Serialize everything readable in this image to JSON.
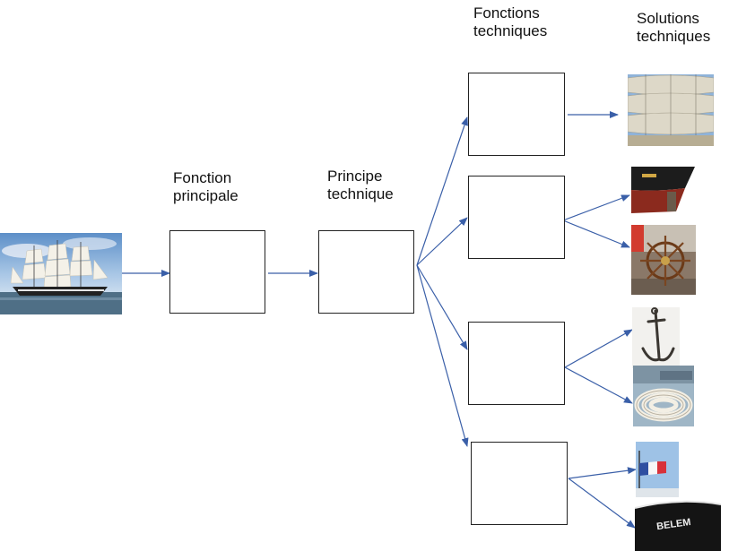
{
  "labels": {
    "fonction_principale": [
      "Fonction",
      "principale"
    ],
    "principe_technique": [
      "Principe",
      "technique"
    ],
    "fonctions_techniques": [
      "Fonctions",
      "techniques"
    ],
    "solutions_techniques": [
      "Solutions",
      "techniques"
    ]
  },
  "images": {
    "ship": "tall-ship-photo",
    "sails": "sails-photo",
    "hull": "hull-bow-photo",
    "wheel": "ship-wheel-photo",
    "anchor": "anchor-photo",
    "rope": "coiled-rope-photo",
    "flag": "french-flag-photo",
    "nameplate": "belem-nameplate-photo"
  },
  "nameplate_text": "BELEM",
  "colors": {
    "arrow": "#3a5fa8",
    "box_border": "#222222"
  }
}
